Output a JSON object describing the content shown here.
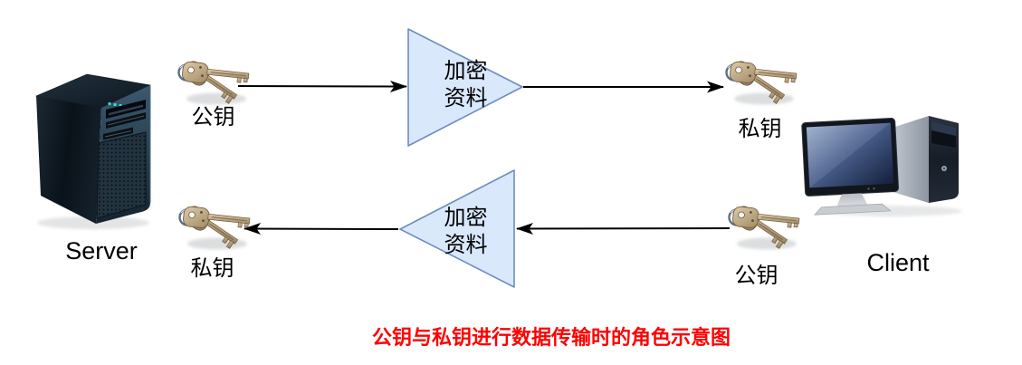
{
  "caption": {
    "text": "公钥与私钥进行数据传输时的角色示意图",
    "color": "#fe0000"
  },
  "server": {
    "label": "Server",
    "keys": {
      "top": "公钥",
      "bottom": "私钥"
    }
  },
  "client": {
    "label": "Client",
    "keys": {
      "top": "私钥",
      "bottom": "公钥"
    }
  },
  "flows": {
    "server_to_client": {
      "box": "加密\n资料",
      "direction": "left-to-right"
    },
    "client_to_server": {
      "box": "加密\n资料",
      "direction": "right-to-left"
    }
  },
  "icons": {
    "server": "server-tower-icon",
    "client": "desktop-computer-icon",
    "keys": "key-pair-icon"
  },
  "colors": {
    "background": "#ffffff",
    "triangle_fill": "#dae8fc",
    "triangle_border": "#6c8ebf",
    "arrow": "#000000",
    "text": "#000000",
    "caption_red": "#fe0000"
  }
}
